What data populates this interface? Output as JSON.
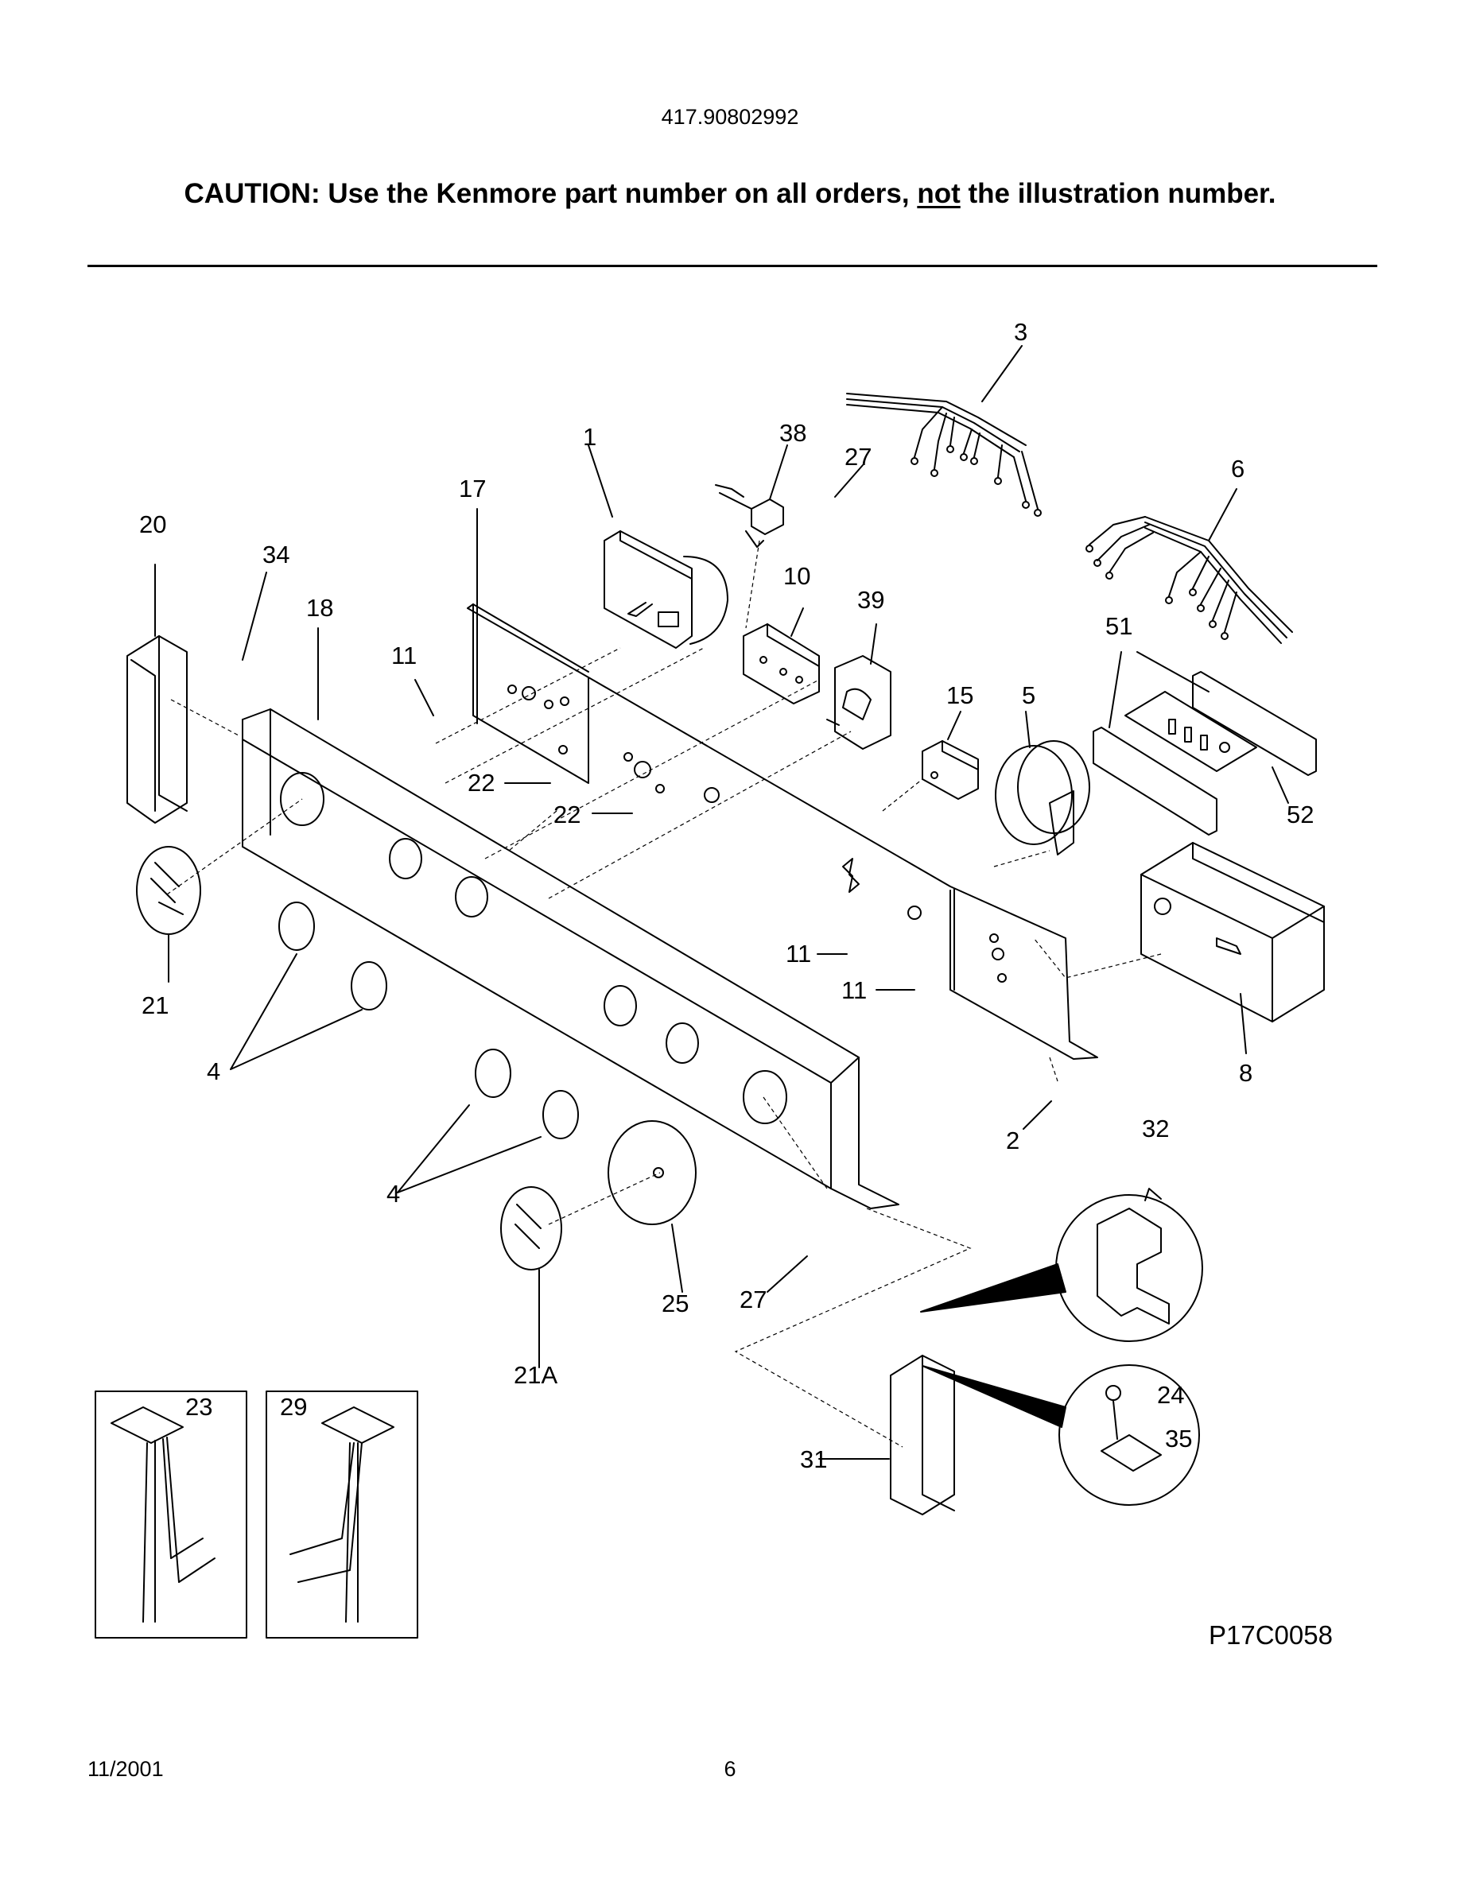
{
  "header": {
    "model_number": "417.90802992",
    "caution_prefix": "CAUTION: Use the Kenmore part number on all orders, ",
    "caution_emphasis": "not",
    "caution_suffix": " the illustration number."
  },
  "diagram": {
    "code": "P17C0058",
    "callouts": [
      "1",
      "2",
      "3",
      "4",
      "5",
      "6",
      "8",
      "10",
      "11",
      "15",
      "17",
      "18",
      "20",
      "21",
      "21A",
      "22",
      "23",
      "24",
      "25",
      "27",
      "29",
      "31",
      "32",
      "34",
      "35",
      "38",
      "39",
      "51",
      "52"
    ]
  },
  "footer": {
    "date": "11/2001",
    "page": "6"
  }
}
